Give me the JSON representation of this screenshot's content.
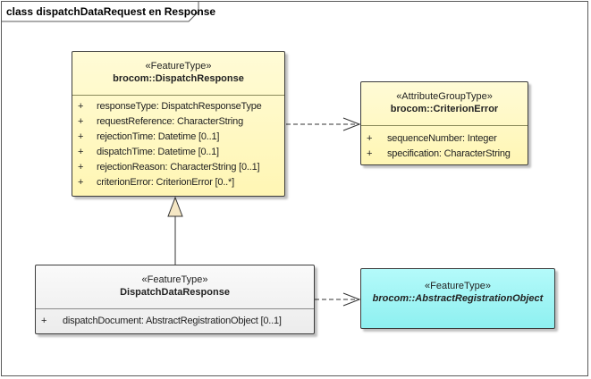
{
  "frame": {
    "title": "class dispatchDataRequest en Response"
  },
  "classes": {
    "dispatch_response": {
      "stereotype": "«FeatureType»",
      "name": "brocom::DispatchResponse",
      "attributes": [
        {
          "visibility": "+",
          "text": "responseType: DispatchResponseType"
        },
        {
          "visibility": "+",
          "text": "requestReference: CharacterString"
        },
        {
          "visibility": "+",
          "text": "rejectionTime: Datetime [0..1]"
        },
        {
          "visibility": "+",
          "text": "dispatchTime: Datetime [0..1]"
        },
        {
          "visibility": "+",
          "text": "rejectionReason: CharacterString [0..1]"
        },
        {
          "visibility": "+",
          "text": "criterionError: CriterionError [0..*]"
        }
      ]
    },
    "criterion_error": {
      "stereotype": "«AttributeGroupType»",
      "name": "brocom::CriterionError",
      "attributes": [
        {
          "visibility": "+",
          "text": "sequenceNumber: Integer"
        },
        {
          "visibility": "+",
          "text": "specification: CharacterString"
        }
      ]
    },
    "dispatch_data_response": {
      "stereotype": "«FeatureType»",
      "name": "DispatchDataResponse",
      "attributes": [
        {
          "visibility": "+",
          "text": "dispatchDocument: AbstractRegistrationObject [0..1]"
        }
      ]
    },
    "abstract_registration_object": {
      "stereotype": "«FeatureType»",
      "name": "brocom::AbstractRegistrationObject"
    }
  },
  "colors": {
    "feature_type_fill": "#fff6b4",
    "concrete_class_fill": "#ececec",
    "abstract_class_fill": "#8ef0f0",
    "border": "#3c3c3c",
    "generalization_arrow_fill": "#f5e7c4"
  }
}
